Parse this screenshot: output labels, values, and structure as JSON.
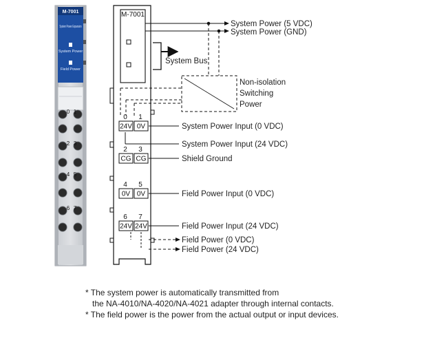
{
  "module": {
    "model": "M-7001",
    "description": "System Power Expansion",
    "led1": "System Power",
    "led2": "Field Power",
    "slot_labels": [
      "0",
      "1",
      "2",
      "3",
      "4",
      "5",
      "6",
      "7"
    ]
  },
  "schematic": {
    "module_label": "M-7001",
    "system_bus": "System Bus",
    "non_isolation_lines": [
      "Non-isolation",
      "Switching",
      "Power"
    ],
    "terminals": [
      {
        "nums": [
          "0",
          "1"
        ],
        "boxes": [
          "24V",
          "0V"
        ]
      },
      {
        "nums": [
          "2",
          "3"
        ],
        "boxes": [
          "CG",
          "CG"
        ]
      },
      {
        "nums": [
          "4",
          "5"
        ],
        "boxes": [
          "0V",
          "0V"
        ]
      },
      {
        "nums": [
          "6",
          "7"
        ],
        "boxes": [
          "24V",
          "24V"
        ]
      }
    ],
    "labels": {
      "sys_5v": "System Power (5 VDC)",
      "sys_gnd": "System Power (GND)",
      "sys_in_0v": "System Power Input (0 VDC)",
      "sys_in_24v": "System Power Input (24 VDC)",
      "shield": "Shield Ground",
      "field_in_0v": "Field Power Input (0 VDC)",
      "field_in_24v": "Field Power Input (24 VDC)",
      "field_0v": "Field Power (0 VDC)",
      "field_24v": "Field Power (24 VDC)"
    }
  },
  "notes": {
    "line1": "* The system power is automatically transmitted from",
    "line2": "   the NA-4010/NA-4020/NA-4021 adapter through internal contacts.",
    "line3": "* The field power is the power from the actual output or input devices."
  }
}
